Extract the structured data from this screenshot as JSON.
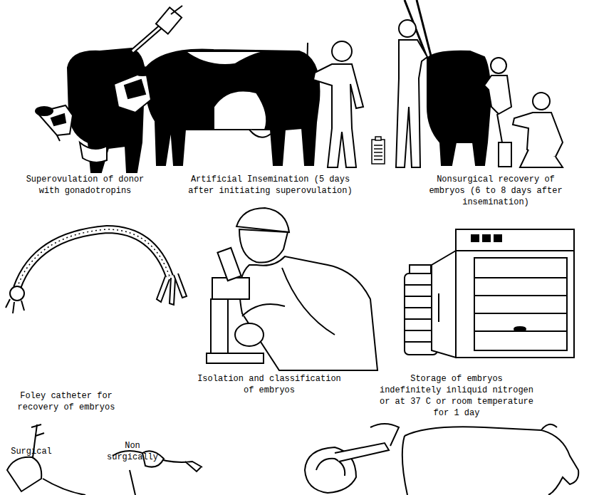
{
  "diagram": {
    "labels": [
      "Superovulation of donor with gonadotropins",
      "Artificial Insemination (5 days after initiating superovulation)",
      "Nonsurgical recovery of embryos (6 to 8 days after insemination)",
      "Foley catheter for recovery of embryos",
      "Isolation and classification of embryos",
      "Storage of embryos indefinitely inliquid nitrogen or at 37 C or room temperature for 1 day",
      "Surgical",
      "Non surgically"
    ]
  }
}
